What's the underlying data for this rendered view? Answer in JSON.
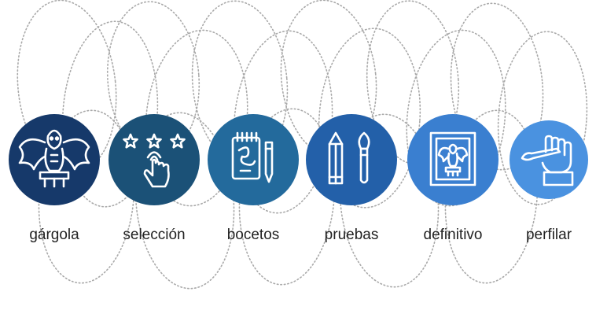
{
  "steps": [
    {
      "label": "gárgola",
      "icon": "gargoyle-icon",
      "color": "#16396a"
    },
    {
      "label": "selección",
      "icon": "stars-tap-icon",
      "color": "#1b5177"
    },
    {
      "label": "bocetos",
      "icon": "sketchbook-pencil-icon",
      "color": "#236a9c"
    },
    {
      "label": "pruebas",
      "icon": "pencil-brush-icon",
      "color": "#2360a9"
    },
    {
      "label": "definitivo",
      "icon": "framed-gargoyle-icon",
      "color": "#3a7fd0"
    },
    {
      "label": "perfilar",
      "icon": "hand-brush-icon",
      "color": "#4a92e0"
    }
  ],
  "colors": {
    "loop_stroke": "#a9a9a9",
    "label_text": "#222222",
    "icon_stroke": "#ffffff"
  }
}
